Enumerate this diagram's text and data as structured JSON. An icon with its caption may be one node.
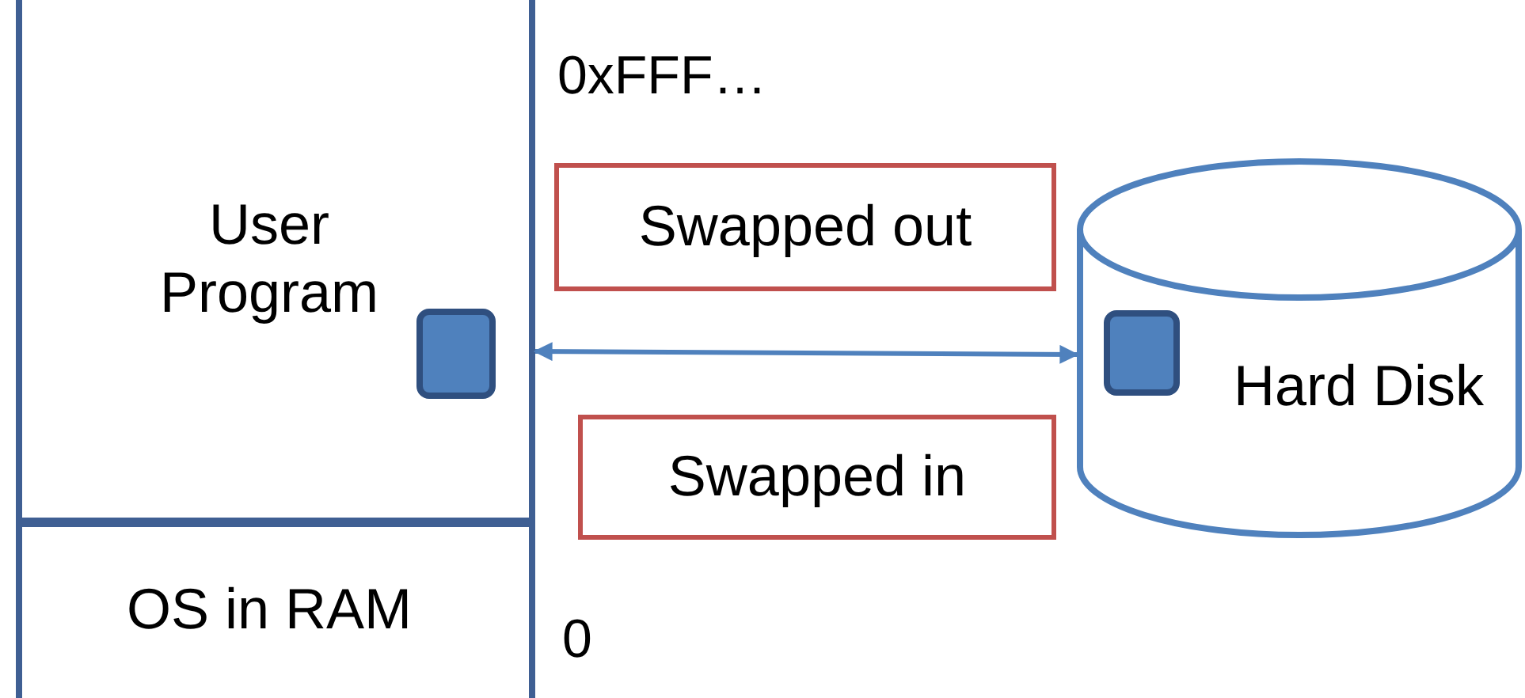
{
  "diagram": {
    "nodes": [
      {
        "text": [
          "User Program"
        ]
      },
      {
        "text": [],
        "shape": "box",
        "in": 0
      },
      {
        "text": [
          "OS in RAM"
        ]
      },
      {
        "text": [
          "Swapped out"
        ]
      },
      {
        "text": [
          "Swapped in"
        ]
      },
      {
        "text": [
          "Hard Disk"
        ]
      },
      {
        "text": [],
        "shape": "box",
        "in": 5
      }
    ],
    "edges": [
      {
        "from": 0,
        "to": 5,
        "arrow": "both"
      }
    ],
    "labels": [
      "0xFFF…",
      "0"
    ]
  }
}
